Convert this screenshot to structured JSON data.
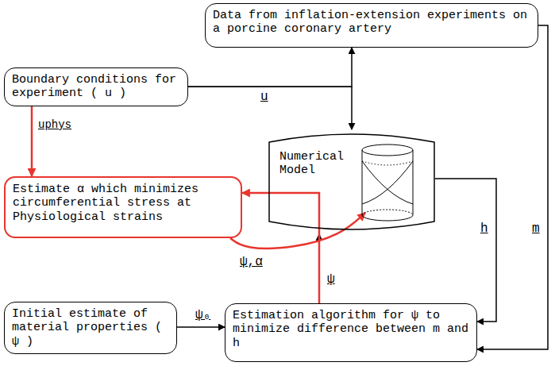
{
  "diagram": {
    "nodes": [
      {
        "text": [
          "Data from inflation-extension experiments on a porcine coronary artery"
        ]
      },
      {
        "text": [
          "Boundary conditions for experiment ( u )"
        ]
      },
      {
        "text": [
          "Estimate α which minimizes circumferential stress at Physiological strains"
        ]
      },
      {
        "text": [
          "Numerical Model"
        ]
      },
      {
        "text": [
          "Initial estimate of material properties ( ψ )"
        ]
      },
      {
        "text": [
          "Estimation algorithm for ψ to minimize difference between m and h"
        ]
      }
    ],
    "edges": [
      {
        "from": 1,
        "to": 0,
        "label": "u",
        "arrow": "to"
      },
      {
        "from": 1,
        "to": 3,
        "arrow": "to"
      },
      {
        "from": 0,
        "to": 5,
        "label": "m",
        "arrow": "to"
      },
      {
        "from": 3,
        "to": 5,
        "label": "h",
        "arrow": "to"
      },
      {
        "from": 5,
        "to": 3,
        "label": "ψ",
        "arrow": "to"
      },
      {
        "from": 4,
        "to": 5,
        "label": "ψ₀",
        "arrow": "to"
      },
      {
        "from": 1,
        "to": 2,
        "label": "uphys",
        "arrow": "to"
      },
      {
        "from": 5,
        "to": 2,
        "arrow": "to"
      },
      {
        "from": 2,
        "to": 3,
        "label": "ψ,α",
        "arrow": "to"
      }
    ]
  }
}
